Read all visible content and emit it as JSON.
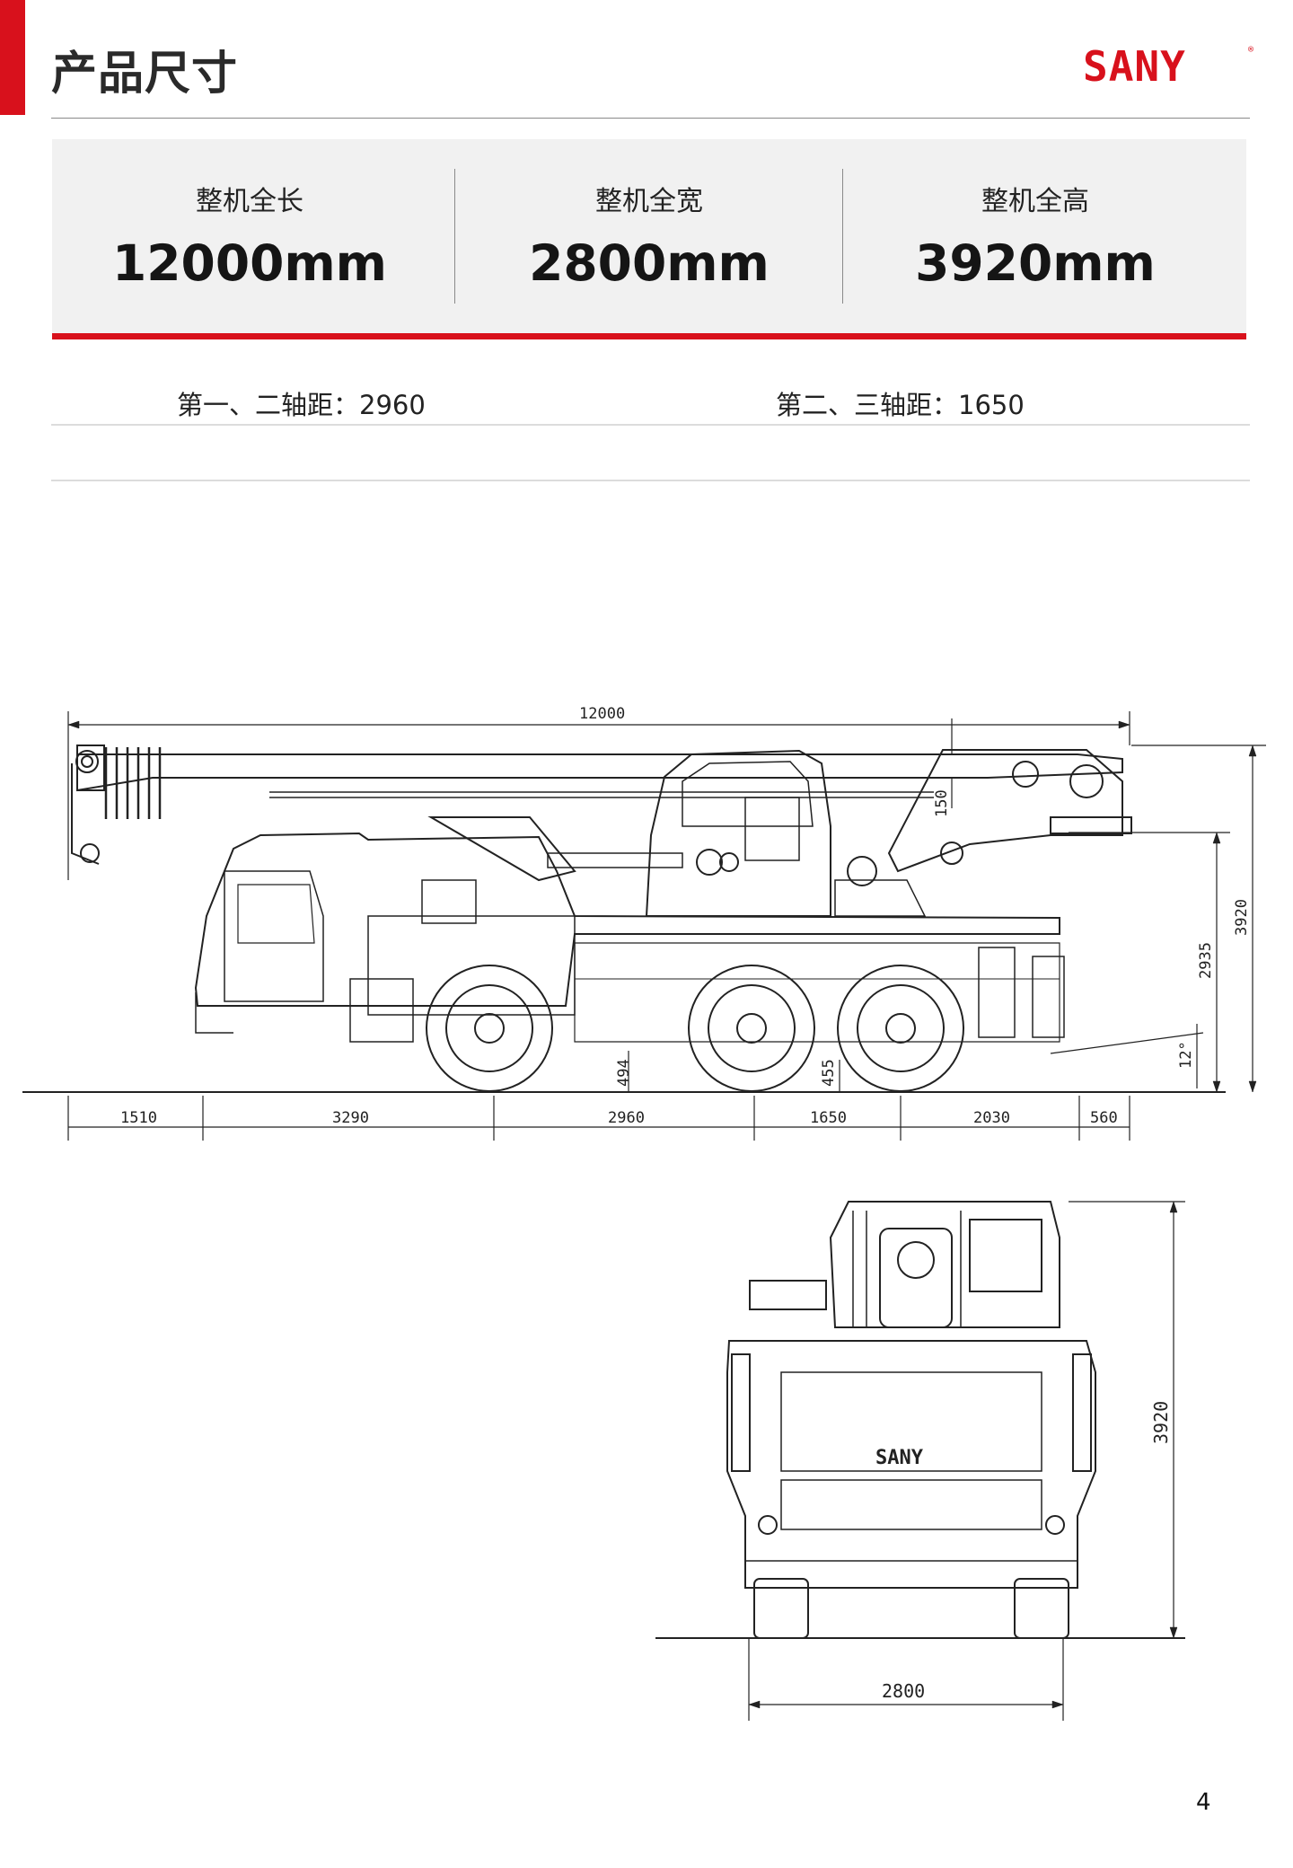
{
  "header": {
    "title": "产品尺寸",
    "brand": "SANY",
    "brand_mark": "®",
    "accent_color": "#d8111c"
  },
  "overall_dimensions": [
    {
      "label": "整机全长",
      "value": "12000mm"
    },
    {
      "label": "整机全宽",
      "value": "2800mm"
    },
    {
      "label": "整机全高",
      "value": "3920mm"
    }
  ],
  "wheelbase": [
    {
      "text": "第一、二轴距：2960"
    },
    {
      "text": "第二、三轴距：1650"
    }
  ],
  "side_drawing": {
    "total_length": "12000",
    "segments": [
      "1510",
      "3290",
      "2960",
      "1650",
      "2030",
      "560"
    ],
    "total_height": "3920",
    "deck_height": "2935",
    "boom_offset": "150",
    "clearance_1": "494",
    "clearance_2": "455",
    "departure_angle": "12°"
  },
  "front_drawing": {
    "height": "3920",
    "width": "2800",
    "badge": "SANY"
  },
  "footer": {
    "page_number": "4"
  }
}
